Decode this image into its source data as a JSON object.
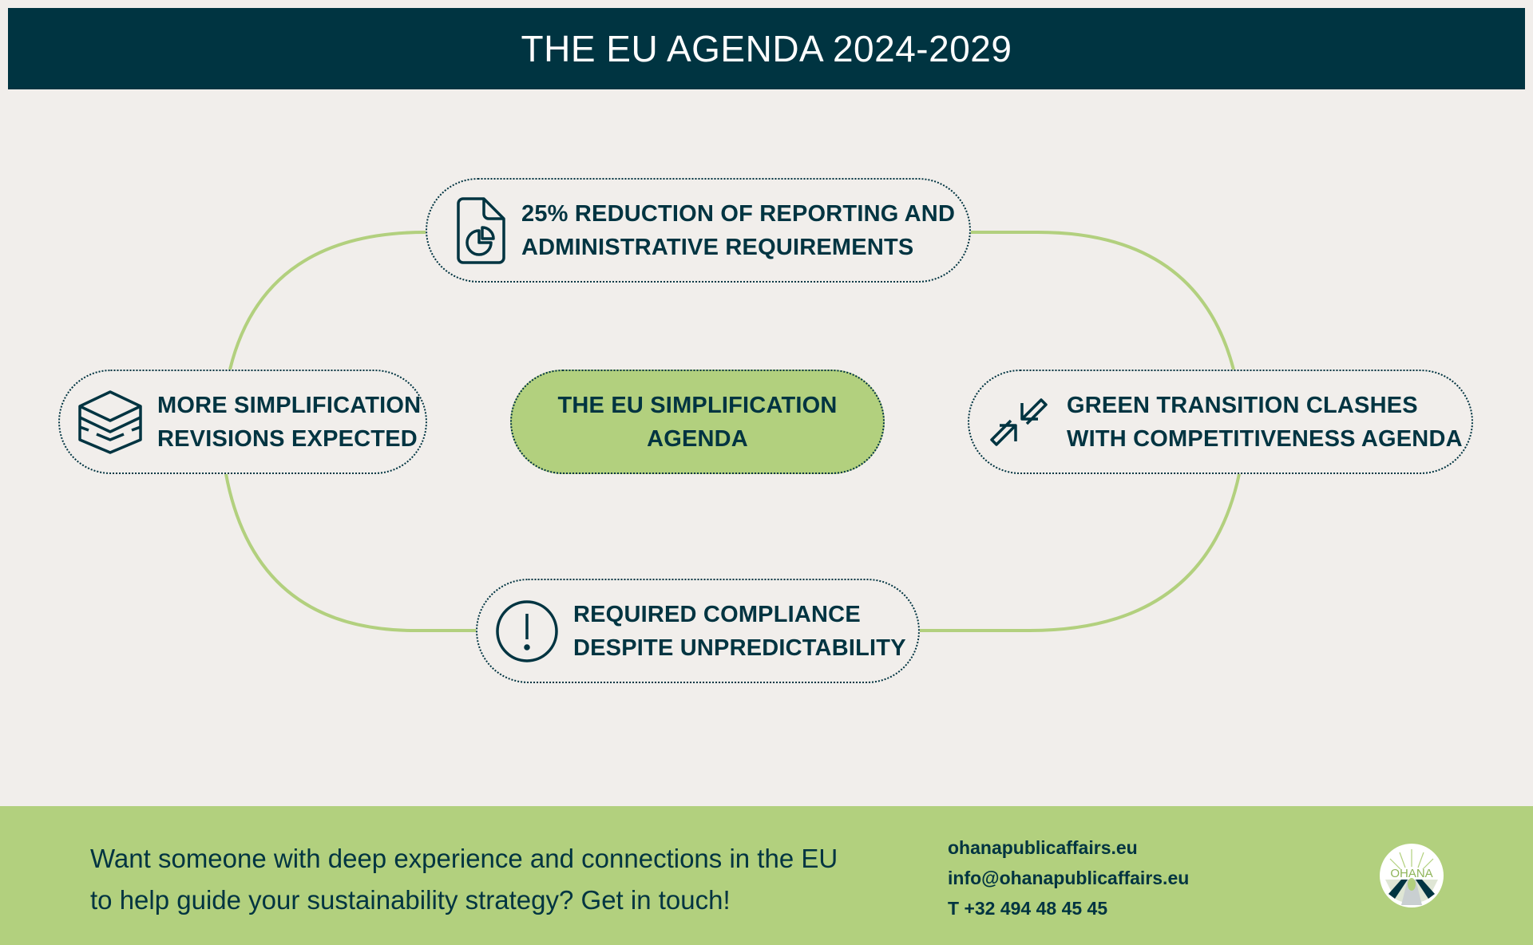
{
  "header": {
    "title": "THE EU AGENDA 2024-2029"
  },
  "diagram": {
    "center": {
      "line1": "THE EU SIMPLIFICATION",
      "line2": "AGENDA"
    },
    "nodes": [
      {
        "icon": "document-pie-chart-icon",
        "line1": "25% REDUCTION OF REPORTING AND",
        "line2": "ADMINISTRATIVE REQUIREMENTS"
      },
      {
        "icon": "layers-icon",
        "line1": "MORE SIMPLIFICATION",
        "line2": "REVISIONS EXPECTED"
      },
      {
        "icon": "opposing-arrows-icon",
        "line1": "GREEN TRANSITION CLASHES",
        "line2": "WITH COMPETITIVENESS AGENDA"
      },
      {
        "icon": "exclamation-circle-icon",
        "line1": "REQUIRED COMPLIANCE",
        "line2": "DESPITE UNPREDICTABILITY"
      }
    ]
  },
  "footer": {
    "cta_line1": "Want someone with deep experience and connections in the EU",
    "cta_line2": "to help guide your sustainability strategy? Get in touch!",
    "website": "ohanapublicaffairs.eu",
    "email": "info@ohanapublicaffairs.eu",
    "phone": "T +32 494 48 45 45",
    "logo_text": "OHANA"
  },
  "colors": {
    "dark": "#003441",
    "green": "#b2d07e",
    "background": "#f1eeeb"
  }
}
